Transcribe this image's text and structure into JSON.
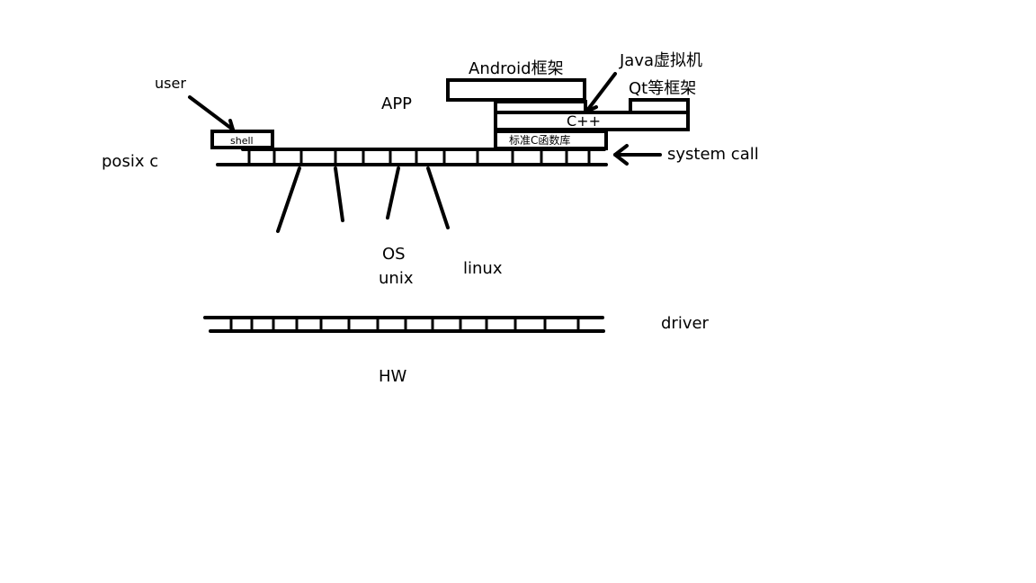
{
  "labels": {
    "user": "user",
    "app": "APP",
    "posix_c": "posix c",
    "shell": "shell",
    "android": "Android框架",
    "java_vm": "Java虚拟机",
    "qt": "Qt等框架",
    "cpp": "C++",
    "std_c_lib": "标准C函数库",
    "system_call": "system call",
    "os": "OS",
    "unix": "unix",
    "linux": "linux",
    "driver": "driver",
    "hw": "HW"
  },
  "colors": {
    "ink": "#000000",
    "background": "#ffffff"
  }
}
